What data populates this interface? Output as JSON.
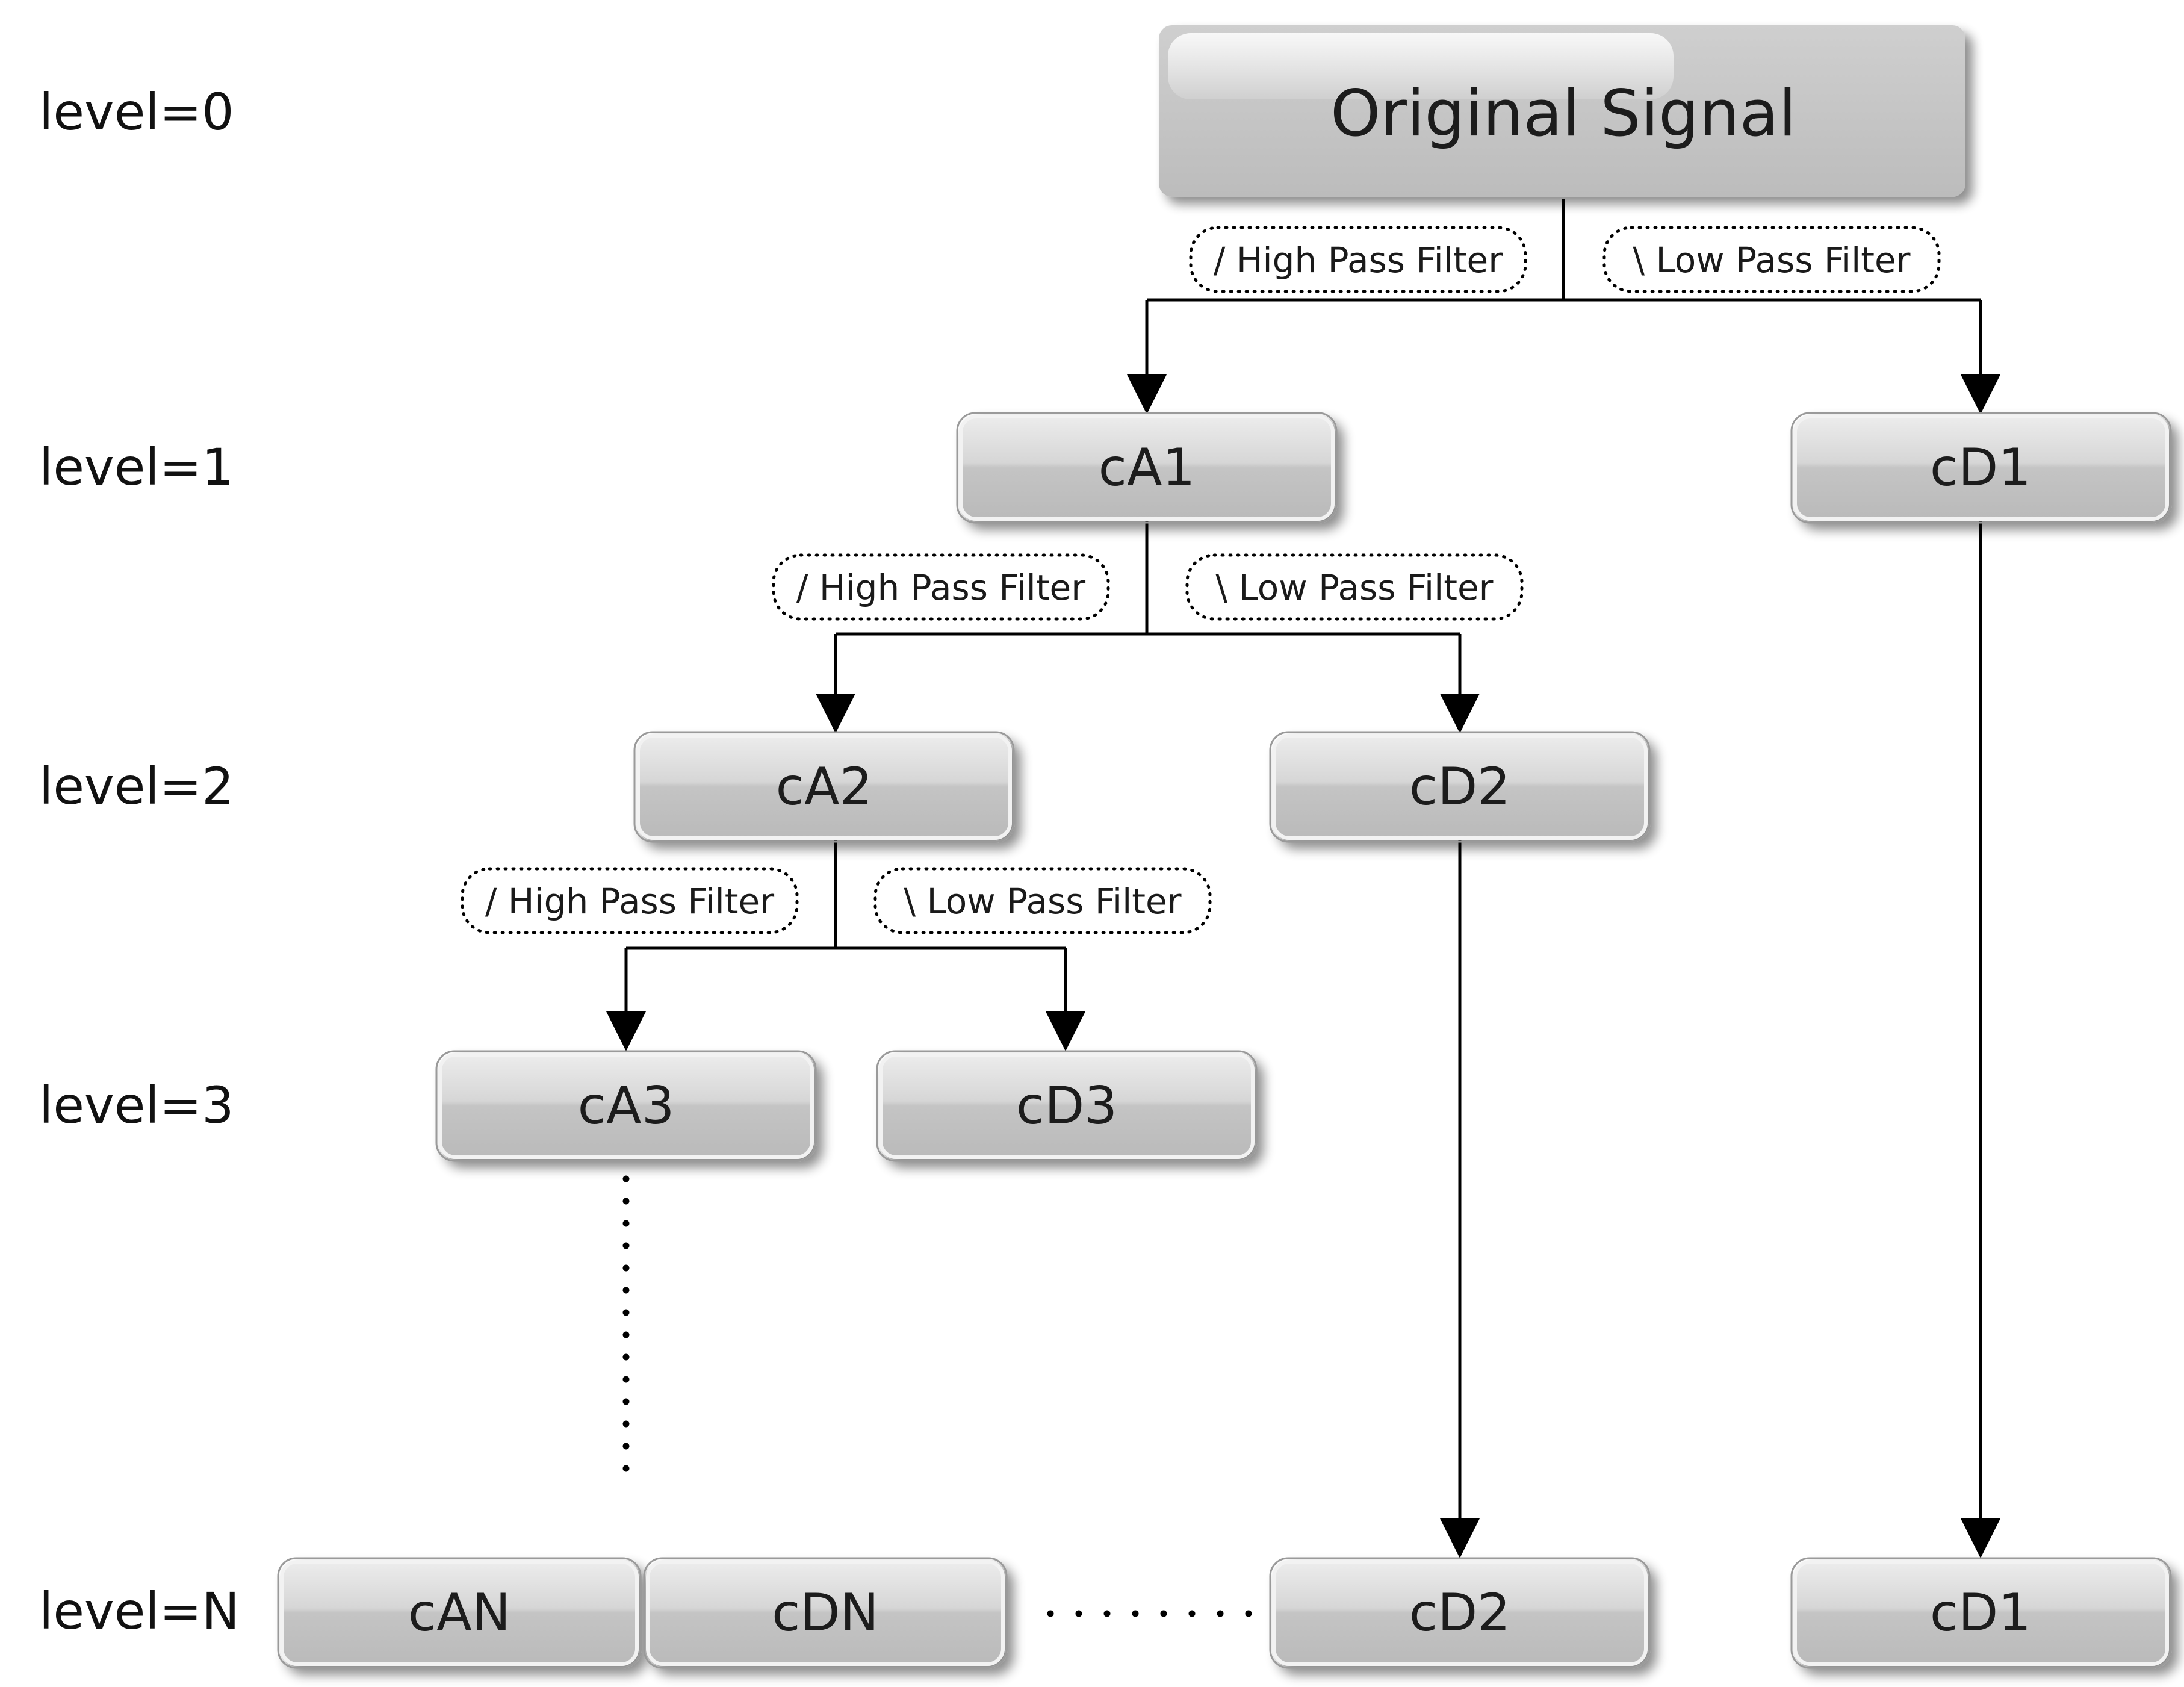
{
  "levels": {
    "l0": "level=0",
    "l1": "level=1",
    "l2": "level=2",
    "l3": "level=3",
    "lN": "level=N"
  },
  "nodes": {
    "original": "Original Signal",
    "cA1": "cA1",
    "cD1": "cD1",
    "cA2": "cA2",
    "cD2": "cD2",
    "cA3": "cA3",
    "cD3": "cD3",
    "cAN": "cAN",
    "cDN": "cDN",
    "cD2_N": "cD2",
    "cD1_N": "cD1"
  },
  "filters": {
    "high_0": "/ High Pass Filter",
    "low_0": "\\ Low Pass Filter",
    "high_1": "/ High Pass Filter",
    "low_1": "\\ Low Pass Filter",
    "high_2": "/ High Pass Filter",
    "low_2": "\\ Low Pass Filter"
  },
  "colors": {
    "node_top": "#e6e6e6",
    "node_bottom": "#bdbdbd",
    "connector": "#000000",
    "background": "#ffffff"
  }
}
